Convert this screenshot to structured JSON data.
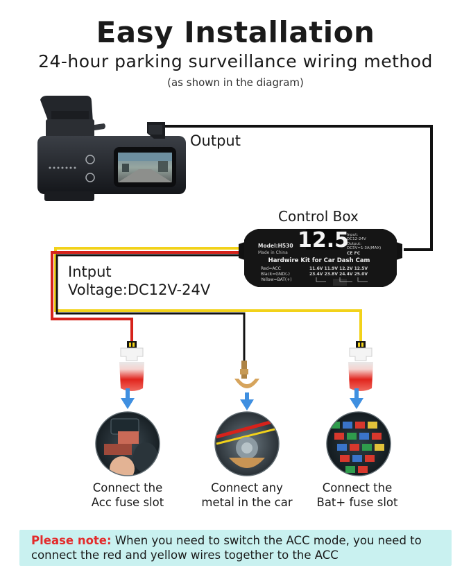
{
  "header": {
    "title": "Easy Installation",
    "subtitle": "24-hour parking surveillance wiring method",
    "subnote": "(as shown in the diagram)"
  },
  "diagram": {
    "output_label": "Output",
    "control_box_label": "Control Box",
    "input_label": "Intput",
    "voltage_label": "Voltage:DC12V-24V",
    "control_box": {
      "display_value": "12.5",
      "model": "Model:H530",
      "made_in": "Made in China",
      "input_spec_label": "Input:",
      "input_spec": "DC12-24V",
      "output_spec_label": "Output:",
      "output_spec": "DC5V=1-3A(MAX)",
      "marks": "CE FC",
      "kit_title": "Hardwire Kit for Car Dash Cam",
      "wire_red": "Red=ACC",
      "wire_black": "Black=GND(-)",
      "wire_yellow": "Yellow=BAT(+)",
      "row1": "11.6V  11.9V  12.2V  12.5V",
      "row2": "23.4V  23.8V  24.4V  25.0V"
    },
    "captions": {
      "acc_line1": "Connect the",
      "acc_line2": "Acc fuse slot",
      "metal_line1": "Connect any",
      "metal_line2": "metal in the car",
      "bat_line1": "Connect the",
      "bat_line2": "Bat+ fuse slot"
    }
  },
  "note": {
    "label": "Please note:",
    "text": " When you need to switch the ACC mode, you need to connect the red and yellow wires together to the ACC"
  },
  "colors": {
    "wire_black": "#111111",
    "wire_yellow": "#f2d21a",
    "wire_red": "#d6221b",
    "arrow_blue": "#3f8fe0",
    "note_bg": "#c9f1f0",
    "note_label": "#e32b2b"
  }
}
